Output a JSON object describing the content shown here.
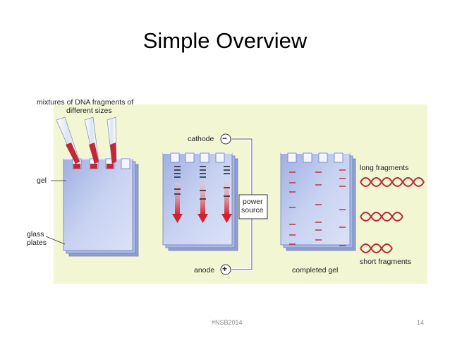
{
  "slide": {
    "title": "Simple Overview",
    "footer_tag": "#NSB2014",
    "page_number": "14"
  },
  "diagram": {
    "labels": {
      "mixtures": "mixtures of DNA fragments of",
      "mixtures_line2": "different sizes",
      "gel": "gel",
      "glass": "glass",
      "plates": "plates",
      "cathode": "cathode",
      "cathode_sign": "−",
      "anode": "anode",
      "anode_sign": "+",
      "power": "power",
      "source": "source",
      "completed_gel": "completed gel",
      "long_fragments": "long fragments",
      "short_fragments": "short fragments"
    },
    "colors": {
      "panel": "#f2f6d3",
      "gel_blue": "#b9c6ea",
      "sample_red": "#c2273a",
      "arrow_red": "#d2202c",
      "band_dark": "#2b2b3a",
      "band_red": "#c2273a"
    }
  }
}
